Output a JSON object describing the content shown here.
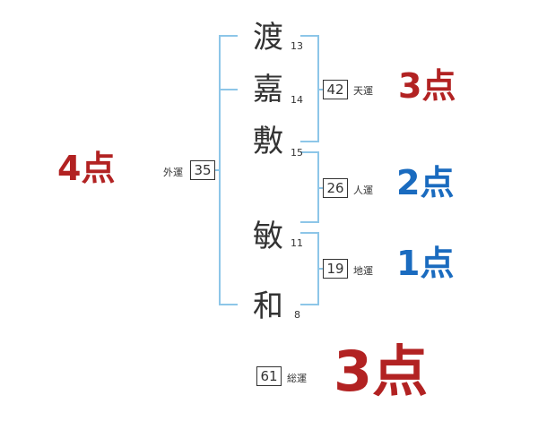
{
  "name": [
    {
      "char": "渡",
      "strokes": "13"
    },
    {
      "char": "嘉",
      "strokes": "14"
    },
    {
      "char": "敷",
      "strokes": "15"
    },
    {
      "char": "敏",
      "strokes": "11"
    },
    {
      "char": "和",
      "strokes": "8"
    }
  ],
  "fortunes": {
    "gaiun": {
      "label": "外運",
      "value": "35",
      "score": "4点",
      "color": "#b22222"
    },
    "tenun": {
      "label": "天運",
      "value": "42",
      "score": "3点",
      "color": "#b22222"
    },
    "jinun": {
      "label": "人運",
      "value": "26",
      "score": "2点",
      "color": "#1a6bbf"
    },
    "chiun": {
      "label": "地運",
      "value": "19",
      "score": "1点",
      "color": "#1a6bbf"
    },
    "souun": {
      "label": "総運",
      "value": "61",
      "score": "3点",
      "color": "#b22222"
    }
  },
  "colors": {
    "bracket": "#8dc6e8",
    "text": "#333333"
  }
}
